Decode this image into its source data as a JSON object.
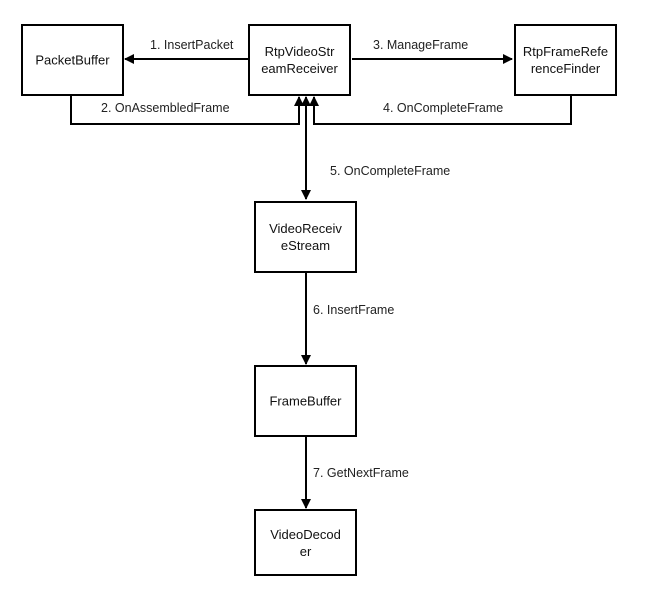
{
  "nodes": {
    "packet_buffer": {
      "lines": [
        "PacketBuffer"
      ]
    },
    "rtp_video_stream_receiver": {
      "lines": [
        "RtpVideoStr",
        "eamReceiver"
      ]
    },
    "rtp_frame_reference_finder": {
      "lines": [
        "RtpFrameRefe",
        "renceFinder"
      ]
    },
    "video_receive_stream": {
      "lines": [
        "VideoReceiv",
        "eStream"
      ]
    },
    "frame_buffer": {
      "lines": [
        "FrameBuffer"
      ]
    },
    "video_decoder": {
      "lines": [
        "VideoDecod",
        "er"
      ]
    }
  },
  "edges": {
    "insert_packet": "1. InsertPacket",
    "on_assembled_frame": "2. OnAssembledFrame",
    "manage_frame": "3. ManageFrame",
    "on_complete_frame_4": "4. OnCompleteFrame",
    "on_complete_frame_5": "5. OnCompleteFrame",
    "insert_frame": "6. InsertFrame",
    "get_next_frame": "7. GetNextFrame"
  },
  "colors": {
    "stroke": "#000000",
    "node_fill": "#ffffff"
  }
}
